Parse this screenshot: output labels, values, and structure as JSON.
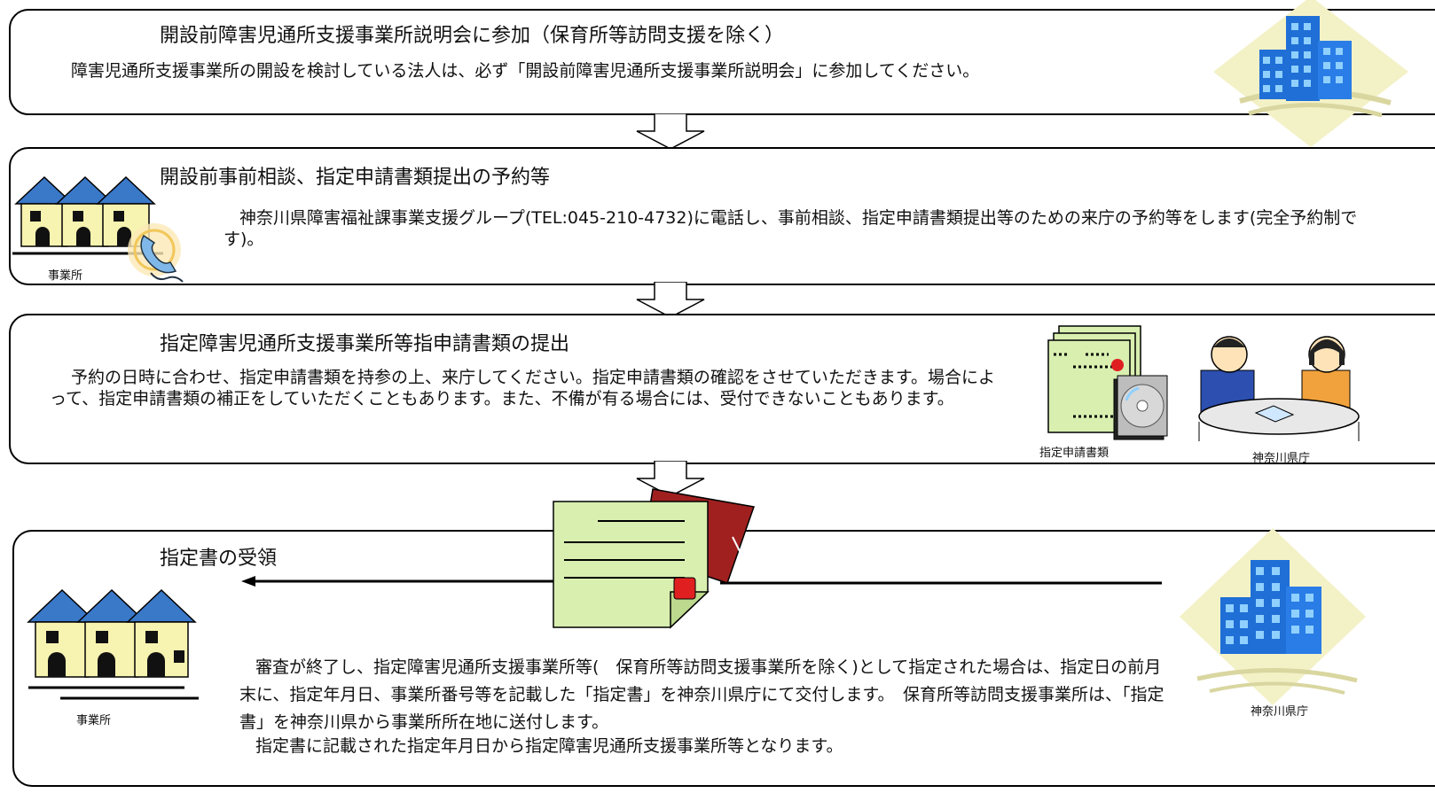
{
  "steps": [
    {
      "title": "開設前障害児通所支援事業所説明会に参加（保育所等訪問支援を除く）",
      "body": "障害児通所支援事業所の開設を検討している法人は、必ず「開設前障害児通所支援事業所説明会」に参加してください。"
    },
    {
      "title": "開設前事前相談、指定申請書類提出の予約等",
      "body": "神奈川県障害福祉課事業支援グループ(TEL:045-210-4732)に電話し、事前相談、指定申請書類提出等のための来庁の予約等をします(完全予約制です)。",
      "caption_office": "事業所"
    },
    {
      "title": "指定障害児通所支援事業所等指申請書類の提出",
      "body": "予約の日時に合わせ、指定申請書類を持参の上、来庁してください。指定申請書類の確認をさせていただきます。場合によって、指定申請書類の補正をしていただくこともあります。また、不備が有る場合には、受付できないこともあります。",
      "caption_docs": "指定申請書類",
      "caption_pref": "神奈川県庁"
    },
    {
      "title": "指定書の受領",
      "body1": "審査が終了し、指定障害児通所支援事業所等(　保育所等訪問支援事業所を除く)として指定された場合は、指定日の前月末に、指定年月日、事業所番号等を記載した「指定書」を神奈川県庁にて交付します。　保育所等訪問支援事業所は、「指定書」を神奈川県から事業所所在地に送付します。",
      "body2": "指定書に記載された指定年月日から指定障害児通所支援事業所等となります。",
      "caption_office": "事業所",
      "caption_pref": "神奈川県庁"
    }
  ],
  "colors": {
    "building_blue": "#1f6fd6",
    "building_light": "#5ab0ff",
    "diamond": "#f3f1c6",
    "house_wall": "#f7f3b0",
    "house_roof": "#3a78c8",
    "document": "#d8efb0",
    "folder": "#a02020",
    "seal": "#e02020"
  },
  "icons": [
    "office-building-icon",
    "house-icon",
    "telephone-icon",
    "documents-icon",
    "cd-icon",
    "meeting-people-icon",
    "certificate-icon",
    "folder-icon"
  ]
}
